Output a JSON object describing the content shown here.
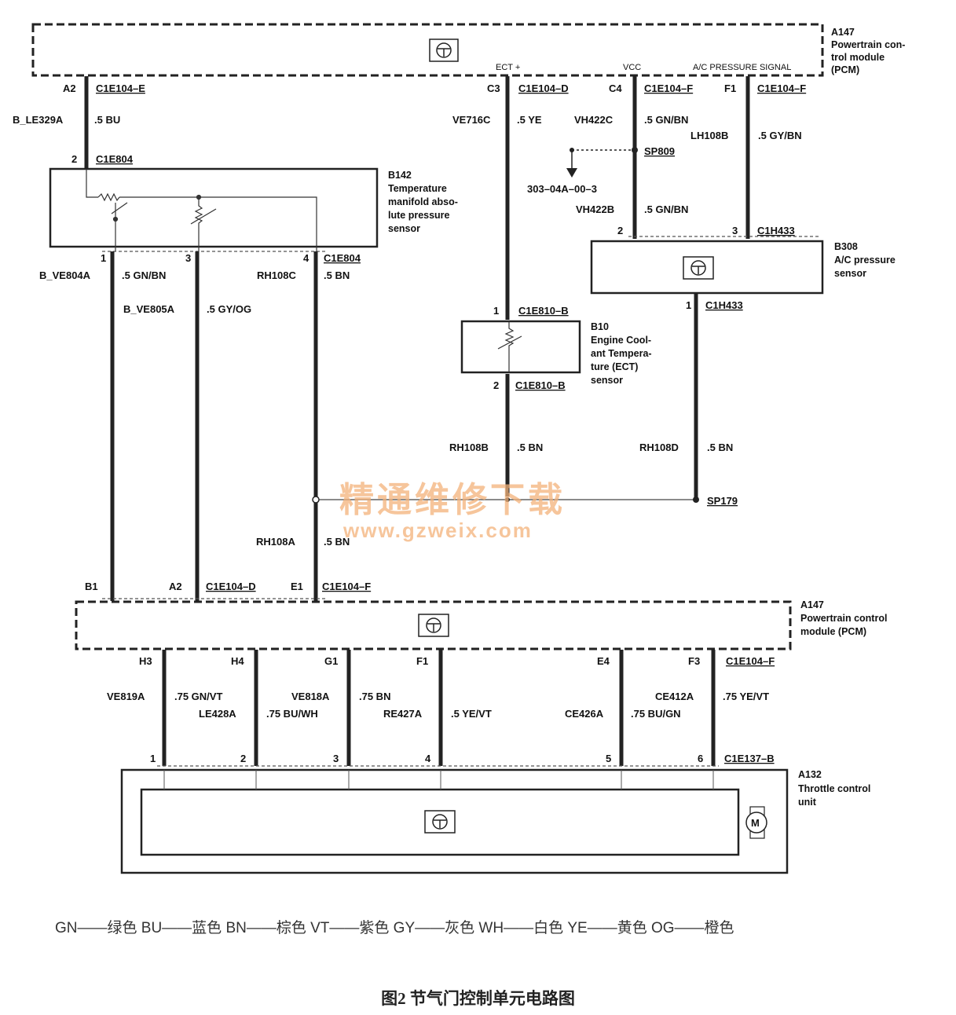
{
  "modules": {
    "pcm_top": {
      "id": "A147",
      "name": "Powertrain con-\ntrol module\n(PCM)"
    },
    "pcm_mid": {
      "id": "A147",
      "name": "Powertrain control\nmodule (PCM)"
    },
    "b142": {
      "id": "B142",
      "name": "Temperature\nmanifold abso-\nlute pressure\nsensor"
    },
    "b308": {
      "id": "B308",
      "name": "A/C pressure\nsensor"
    },
    "b10": {
      "id": "B10",
      "name": "Engine Cool-\nant Tempera-\nture (ECT)\nsensor"
    },
    "a132": {
      "id": "A132",
      "name": "Throttle control\nunit"
    }
  },
  "signals": {
    "ect": "ECT +",
    "vcc": "VCC",
    "ac": "A/C PRESSURE SIGNAL"
  },
  "pins": {
    "top_a2": "A2",
    "top_c3": "C3",
    "top_c4": "C4",
    "top_f1": "F1",
    "b142_2": "2",
    "b142_1": "1",
    "b142_3": "3",
    "b142_4": "4",
    "b308_2": "2",
    "b308_3": "3",
    "b308_1": "1",
    "b10_1": "1",
    "b10_2": "2",
    "mid_b1": "B1",
    "mid_a2": "A2",
    "mid_e1": "E1",
    "mid_h3": "H3",
    "mid_h4": "H4",
    "mid_g1": "G1",
    "mid_f1": "F1",
    "mid_e4": "E4",
    "mid_f3": "F3",
    "a132_1": "1",
    "a132_2": "2",
    "a132_3": "3",
    "a132_4": "4",
    "a132_5": "5",
    "a132_6": "6"
  },
  "connectors": {
    "top_a2": "C1E104–E",
    "top_c3": "C1E104–D",
    "top_c4": "C1E104–F",
    "top_f1": "C1E104–F",
    "b142_top": "C1E804",
    "b142_bot": "C1E804",
    "b10_top": "C1E810–B",
    "b10_bot": "C1E810–B",
    "b308_top": "C1H433",
    "b308_bot": "C1H433",
    "mid_a2": "C1E104–D",
    "mid_e1": "C1E104–F",
    "mid_f3": "C1E104–F",
    "a132": "C1E137–B"
  },
  "wires": {
    "w1": {
      "circuit": "B_LE329A",
      "spec": ".5 BU"
    },
    "w2": {
      "circuit": "B_VE804A",
      "spec": ".5 GN/BN"
    },
    "w3": {
      "circuit": "B_VE805A",
      "spec": ".5 GY/OG"
    },
    "w4": {
      "circuit": "RH108C",
      "spec": ".5 BN"
    },
    "w5": {
      "circuit": "RH108A",
      "spec": ".5 BN"
    },
    "w6": {
      "circuit": "VE716C",
      "spec": ".5 YE"
    },
    "w7": {
      "circuit": "RH108B",
      "spec": ".5 BN"
    },
    "w8": {
      "circuit": "VH422C",
      "spec": ".5 GN/BN"
    },
    "w9": {
      "circuit": "VH422B",
      "spec": ".5 GN/BN"
    },
    "w10": {
      "circuit": "LH108B",
      "spec": ".5 GY/BN"
    },
    "w11": {
      "circuit": "RH108D",
      "spec": ".5 BN"
    },
    "w12": {
      "circuit": "VE819A",
      "spec": ".75 GN/VT"
    },
    "w13": {
      "circuit": "LE428A",
      "spec": ".75 BU/WH"
    },
    "w14": {
      "circuit": "VE818A",
      "spec": ".75 BN"
    },
    "w15": {
      "circuit": "RE427A",
      "spec": ".5 YE/VT"
    },
    "w16": {
      "circuit": "CE426A",
      "spec": ".75 BU/GN"
    },
    "w17": {
      "circuit": "CE412A",
      "spec": ".75 YE/VT"
    }
  },
  "splices": {
    "sp809": "SP809",
    "sp179": "SP179",
    "ref": "303–04A–00–3"
  },
  "motor_symbol": "M",
  "watermark": {
    "line1": "精通维修下载",
    "line2": "www.gzweix.com"
  },
  "legend": "GN——绿色  BU——蓝色  BN——棕色  VT——紫色  GY——灰色  WH——白色  YE——黄色  OG——橙色",
  "caption": "图2 节气门控制单元电路图"
}
